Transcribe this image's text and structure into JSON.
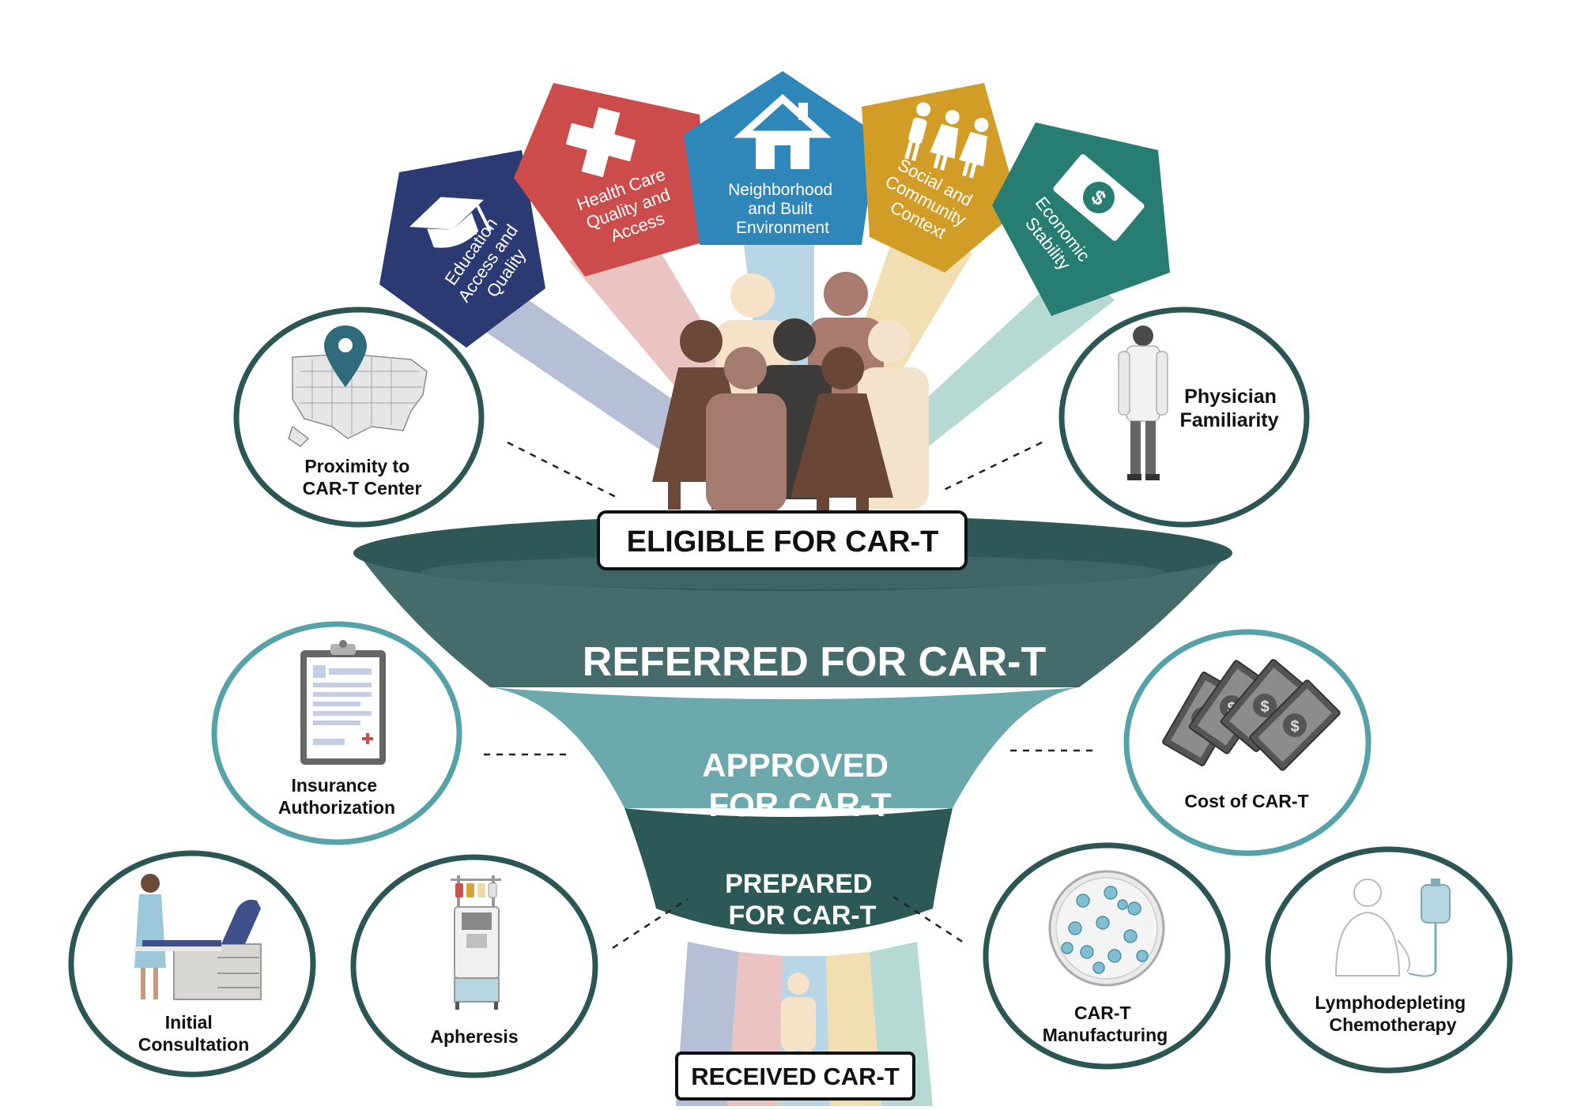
{
  "colors": {
    "education": "#2b3a73",
    "health": "#cb4c4a",
    "neighborhood": "#2f86b9",
    "social": "#d19d27",
    "economic": "#287d72",
    "funnel_top": "#2f5755",
    "funnel_referred": "#456c6b",
    "funnel_approved": "#6ba9ad",
    "funnel_prepared": "#2c5856",
    "circle_dark": "#2c5654",
    "circle_teal": "#55a2a8"
  },
  "determinants": [
    {
      "lines": [
        "Education",
        "Access and",
        "Quality"
      ],
      "icon": "graduation-cap-icon"
    },
    {
      "lines": [
        "Health Care",
        "Quality and",
        "Access"
      ],
      "icon": "medical-cross-icon"
    },
    {
      "lines": [
        "Neighborhood",
        "and Built",
        "Environment"
      ],
      "icon": "house-icon"
    },
    {
      "lines": [
        "Social and",
        "Community",
        "Context"
      ],
      "icon": "people-group-icon"
    },
    {
      "lines": [
        "Economic",
        "Stability"
      ],
      "icon": "dollar-bill-icon"
    }
  ],
  "barriers": {
    "proximity": {
      "lines": [
        "Proximity to",
        "CAR-T Center"
      ],
      "icon": "us-map-pin-icon"
    },
    "physician": {
      "lines": [
        "Physician",
        "Familiarity"
      ],
      "icon": "physician-icon"
    },
    "insurance": {
      "lines": [
        "Insurance",
        "Authorization"
      ],
      "icon": "clipboard-icon"
    },
    "cost": {
      "lines": [
        "Cost of CAR-T"
      ],
      "icon": "money-stack-icon"
    },
    "consultation": {
      "lines": [
        "Initial",
        "Consultation"
      ],
      "icon": "exam-table-icon"
    },
    "apheresis": {
      "lines": [
        "Apheresis"
      ],
      "icon": "apheresis-machine-icon"
    },
    "manufacturing": {
      "lines": [
        "CAR-T",
        "Manufacturing"
      ],
      "icon": "petri-dish-icon"
    },
    "lymphodepleting": {
      "lines": [
        "Lymphodepleting",
        "Chemotherapy"
      ],
      "icon": "iv-bag-icon"
    }
  },
  "funnel": {
    "eligible": "ELIGIBLE FOR CAR-T",
    "referred": "REFERRED FOR CAR-T",
    "approved": [
      "APPROVED",
      "FOR CAR-T"
    ],
    "prepared": [
      "PREPARED",
      "FOR CAR-T"
    ],
    "received": "RECEIVED CAR-T"
  }
}
